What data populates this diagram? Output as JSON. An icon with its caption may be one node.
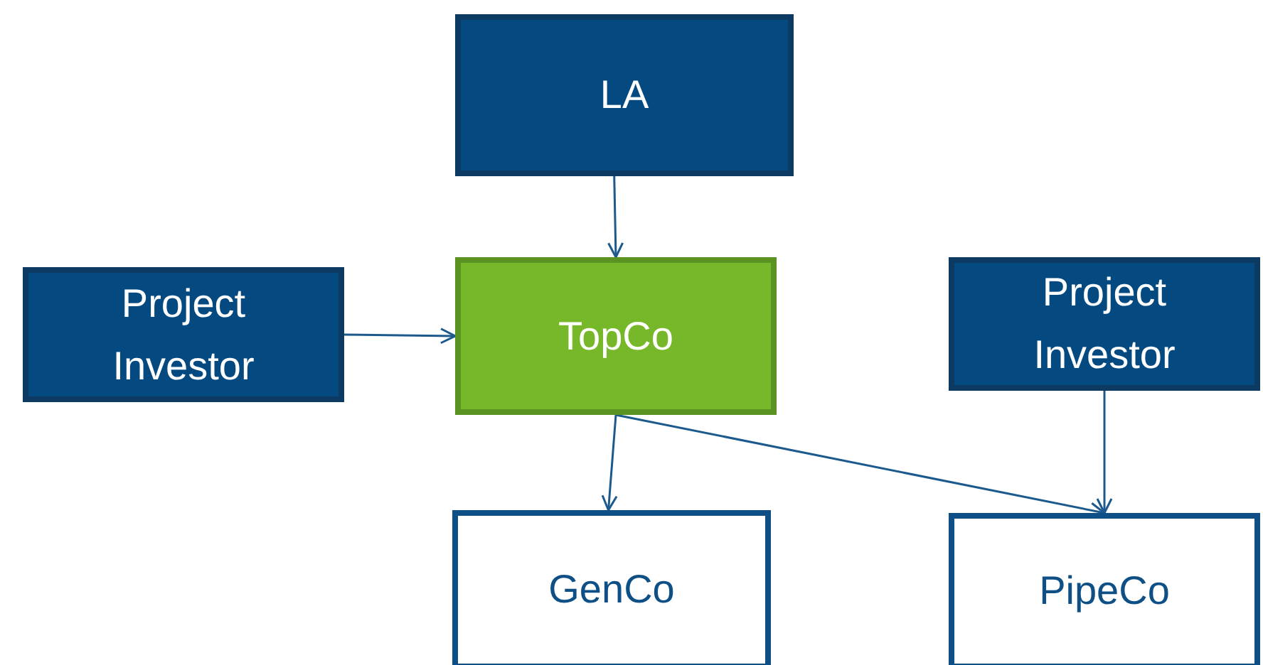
{
  "diagram": {
    "nodes": [
      {
        "text": [
          "LA"
        ]
      },
      {
        "text": [
          "Project Investor"
        ]
      },
      {
        "text": [
          "TopCo"
        ]
      },
      {
        "text": [
          "Project Investor"
        ]
      },
      {
        "text": [
          "GenCo"
        ]
      },
      {
        "text": [
          "PipeCo"
        ]
      }
    ],
    "edges": [
      {
        "from": 0,
        "to": 2,
        "arrow": "to"
      },
      {
        "from": 1,
        "to": 2,
        "arrow": "to"
      },
      {
        "from": 2,
        "to": 4,
        "arrow": "to"
      },
      {
        "from": 2,
        "to": 5,
        "arrow": "to"
      },
      {
        "from": 3,
        "to": 5,
        "arrow": "to"
      }
    ]
  }
}
